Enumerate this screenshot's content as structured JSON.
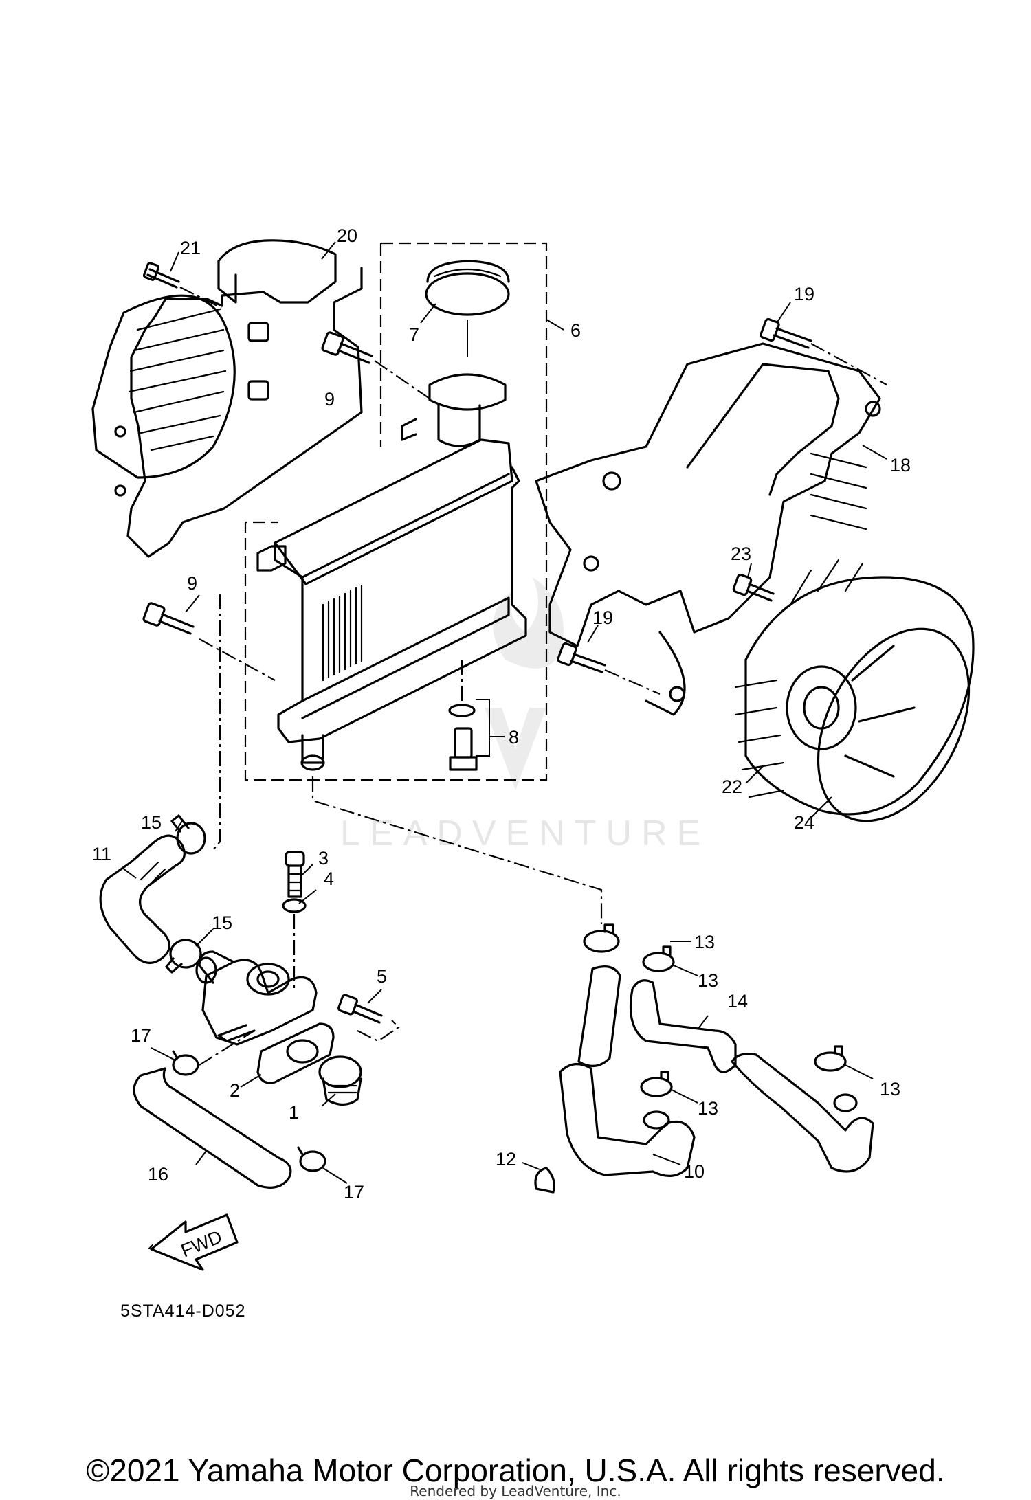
{
  "diagram": {
    "callouts": [
      "1",
      "2",
      "3",
      "4",
      "5",
      "6",
      "7",
      "8",
      "9",
      "9",
      "10",
      "11",
      "12",
      "13",
      "13",
      "13",
      "13",
      "14",
      "15",
      "15",
      "16",
      "17",
      "17",
      "18",
      "19",
      "19",
      "20",
      "21",
      "22",
      "23",
      "24"
    ],
    "fwd_label": "FWD",
    "watermark": "LEADVENTURE",
    "diagram_code": "5STA414-D052"
  },
  "footer": {
    "copyright": "©2021 Yamaha Motor Corporation, U.S.A. All rights reserved.",
    "rendered_by": "Rendered by LeadVenture, Inc."
  }
}
